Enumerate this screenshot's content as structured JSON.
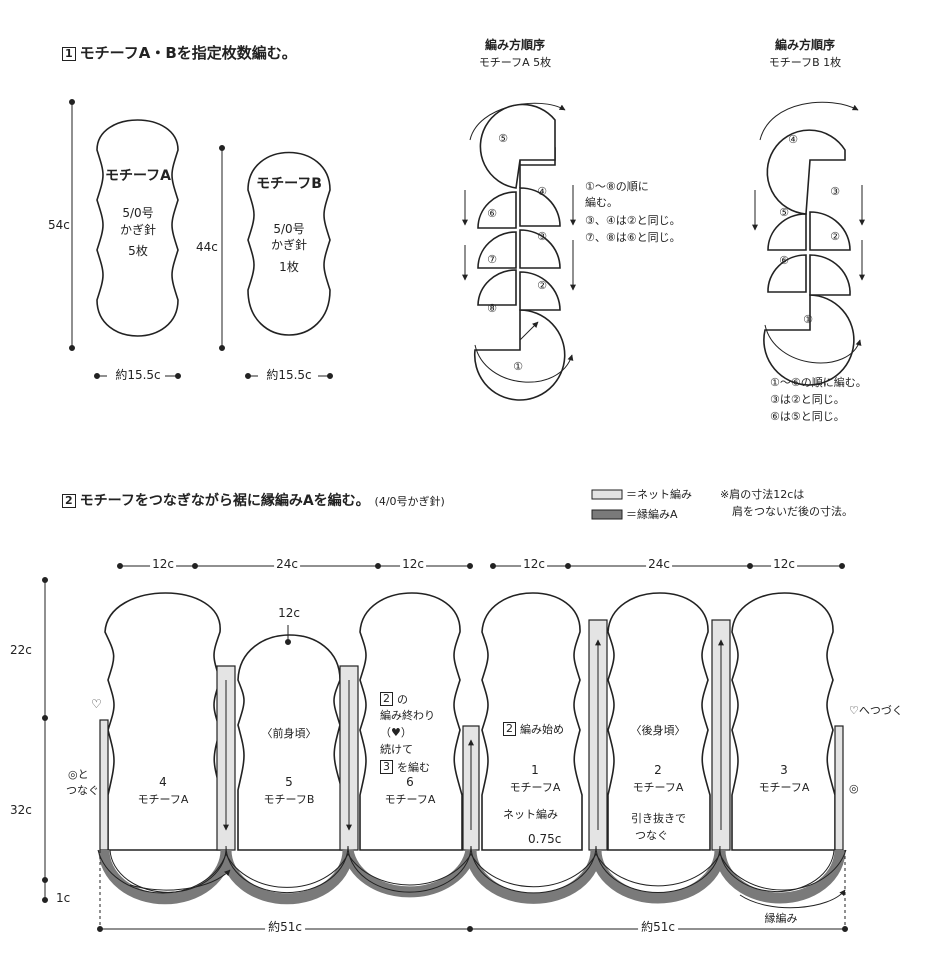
{
  "step1": {
    "num": "1",
    "title": "モチーフA・Bを指定枚数編む。"
  },
  "motifA": {
    "name": "モチーフA",
    "hook1": "5/0号",
    "hook2": "かぎ針",
    "count": "5枚",
    "height": "54c",
    "width": "約15.5c"
  },
  "motifB": {
    "name": "モチーフB",
    "hook1": "5/0号",
    "hook2": "かぎ針",
    "count": "1枚",
    "height": "44c",
    "width": "約15.5c"
  },
  "orderA": {
    "title": "編み方順序",
    "sub": "モチーフA 5枚",
    "notes": [
      "①〜⑧の順に",
      "編む。",
      "③、④は②と同じ。",
      "⑦、⑧は⑥と同じ。"
    ],
    "labels": [
      "①",
      "②",
      "③",
      "④",
      "⑤",
      "⑥",
      "⑦",
      "⑧"
    ]
  },
  "orderB": {
    "title": "編み方順序",
    "sub": "モチーフB 1枚",
    "notes": [
      "①〜⑥の順に編む。",
      "③は②と同じ。",
      "⑥は⑤と同じ。"
    ],
    "labels": [
      "①",
      "②",
      "③",
      "④",
      "⑤",
      "⑥"
    ]
  },
  "step2": {
    "num": "2",
    "title": "モチーフをつなぎながら裾に縁編みAを編む。",
    "hook": "(4/0号かぎ針)"
  },
  "legend": {
    "net": "＝ネット編み",
    "edge": "＝縁編みA",
    "note1": "※肩の寸法12cは",
    "note2": "肩をつないだ後の寸法。",
    "colors": {
      "net": "#e4e4e4",
      "edge": "#7a7a7a"
    }
  },
  "dims": {
    "top1": "12c",
    "top2": "24c",
    "top3": "12c",
    "top4": "12c",
    "top5": "24c",
    "top6": "12c",
    "neck": "12c",
    "left1": "22c",
    "left2": "32c",
    "left3": "1c",
    "bottom1": "約51c",
    "bottom2": "約51c"
  },
  "front": "〈前身頃〉",
  "back": "〈後身頃〉",
  "panels": [
    {
      "num": "4",
      "name": "モチーフA"
    },
    {
      "num": "5",
      "name": "モチーフB"
    },
    {
      "num": "6",
      "name": "モチーフA"
    },
    {
      "num": "1",
      "name": "モチーフA"
    },
    {
      "num": "2",
      "name": "モチーフA"
    },
    {
      "num": "3",
      "name": "モチーフA"
    }
  ],
  "annotations": {
    "end1": "の",
    "end2": "編み終わり",
    "end3": "（♥）",
    "end4": "続けて",
    "end5": "を編む",
    "endNum": "2",
    "end5Num": "3",
    "start": "編み始め",
    "startNum": "2",
    "leftHeart": "♡",
    "leftJoin1": "◎と",
    "leftJoin2": "つなぐ",
    "rightHeart": "♡へつづく",
    "rightCircle": "◎",
    "net": "ネット編み",
    "netWidth": "0.75c",
    "slip1": "引き抜きで",
    "slip2": "つなぐ",
    "edge": "縁編み"
  }
}
